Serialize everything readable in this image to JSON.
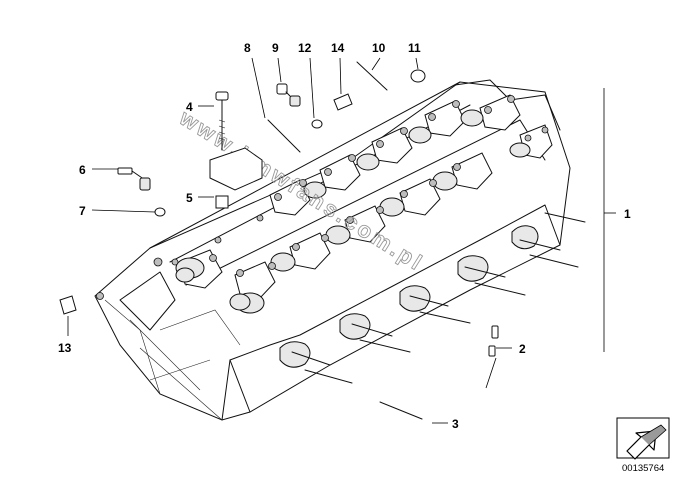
{
  "callouts": {
    "c1": "1",
    "c2": "2",
    "c3": "3",
    "c4": "4",
    "c5": "5",
    "c6": "6",
    "c7": "7",
    "c8": "8",
    "c9": "9",
    "c10": "10",
    "c11": "11",
    "c12": "12",
    "c13": "13",
    "c14": "14"
  },
  "watermark": "www.bmwfans.com.pl",
  "doc_number": "00135764",
  "icons": {
    "orientation": "arrow-direction-icon"
  }
}
